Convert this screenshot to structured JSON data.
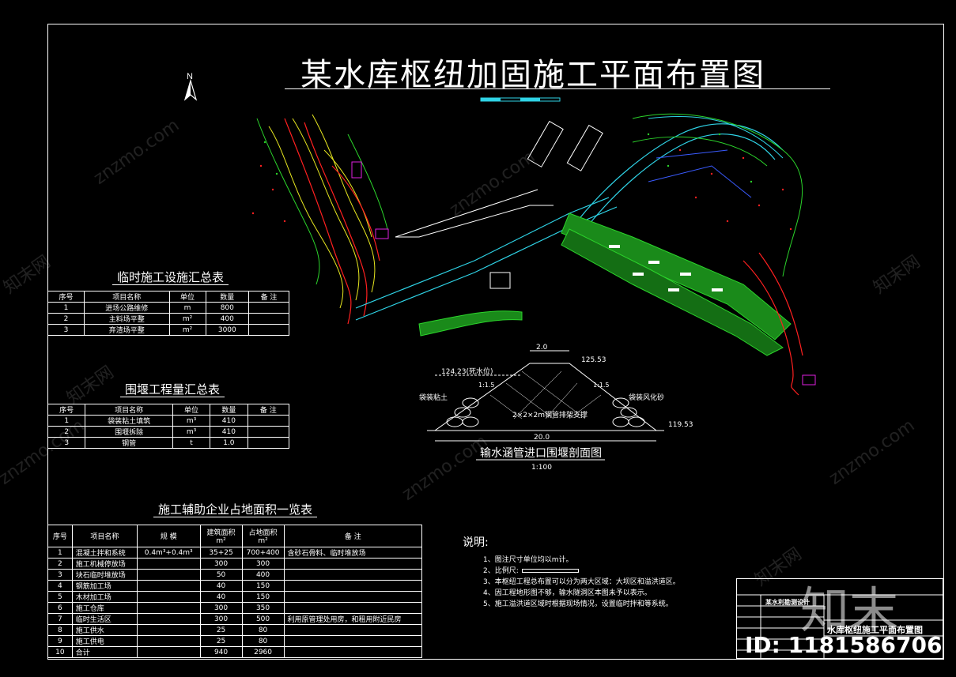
{
  "title": "某水库枢纽加固施工平面布置图",
  "north_label": "N",
  "table1": {
    "title": "临时施工设施汇总表",
    "headers": [
      "序号",
      "项目名称",
      "单位",
      "数量",
      "备 注"
    ],
    "rows": [
      [
        "1",
        "进场公路维修",
        "m",
        "800",
        ""
      ],
      [
        "2",
        "主料场平整",
        "m²",
        "400",
        ""
      ],
      [
        "3",
        "弃渣场平整",
        "m²",
        "3000",
        ""
      ]
    ]
  },
  "table2": {
    "title": "围堰工程量汇总表",
    "headers": [
      "序号",
      "项目名称",
      "单位",
      "数量",
      "备 注"
    ],
    "rows": [
      [
        "1",
        "袋装粘土填筑",
        "m³",
        "410",
        ""
      ],
      [
        "2",
        "围堰拆除",
        "m³",
        "410",
        ""
      ],
      [
        "3",
        "钢管",
        "t",
        "1.0",
        ""
      ]
    ]
  },
  "table3": {
    "title": "施工辅助企业占地面积一览表",
    "headers": [
      "序号",
      "项目名称",
      "规 模",
      "建筑面积 m²",
      "占地面积 m²",
      "备 注"
    ],
    "rows": [
      [
        "1",
        "混凝土拌和系统",
        "0.4m³+0.4m³",
        "35+25",
        "700+400",
        "含砂石骨料、临时堆放场"
      ],
      [
        "2",
        "施工机械停放场",
        "",
        "300",
        "300",
        ""
      ],
      [
        "3",
        "块石临时堆放场",
        "",
        "50",
        "400",
        ""
      ],
      [
        "4",
        "钢筋加工场",
        "",
        "40",
        "150",
        ""
      ],
      [
        "5",
        "木材加工场",
        "",
        "40",
        "150",
        ""
      ],
      [
        "6",
        "施工仓库",
        "",
        "300",
        "350",
        ""
      ],
      [
        "7",
        "临时生活区",
        "",
        "300",
        "500",
        "利用原管理处用房，和租用附近民房"
      ],
      [
        "8",
        "施工供水",
        "",
        "25",
        "80",
        ""
      ],
      [
        "9",
        "施工供电",
        "",
        "25",
        "80",
        ""
      ],
      [
        "10",
        "合计",
        "",
        "940",
        "2960",
        ""
      ]
    ]
  },
  "section": {
    "title": "输水涵管进口围堰剖面图",
    "scale": "1:100",
    "top_width": "2.0",
    "base_width": "20.0",
    "top_elev": "125.53",
    "water_level": "124.23(死水位)",
    "bottom_elev": "119.53",
    "left_label": "袋装粘土",
    "right_label": "袋装风化砂",
    "center_label": "2×2×2m钢管排架支撑",
    "slope_left": "1:1.5",
    "slope_right": "1:1.5"
  },
  "notes": {
    "heading": "说明:",
    "lines": [
      "1、图注尺寸单位均以m计。",
      "2、比例尺:",
      "3、本枢纽工程总布置可以分为两大区域：大坝区和溢洪道区。",
      "4、因工程地形图不够，输水隧洞区本图未予以表示。",
      "5、施工溢洪道区域时根据现场情况，设置临时拌和等系统。"
    ]
  },
  "title_block": {
    "drawing_name": "水库枢纽施工平面布置图",
    "company": "某水利勘测设计"
  },
  "watermark": "znzmo.com",
  "watermark_cn": "知末网",
  "brand": "知末",
  "id_text": "ID: 1181586706",
  "colors": {
    "green": "#2bd42b",
    "red": "#ff2020",
    "cyan": "#2fd3e6",
    "magenta": "#e020e0",
    "yellow": "#e8e820"
  }
}
